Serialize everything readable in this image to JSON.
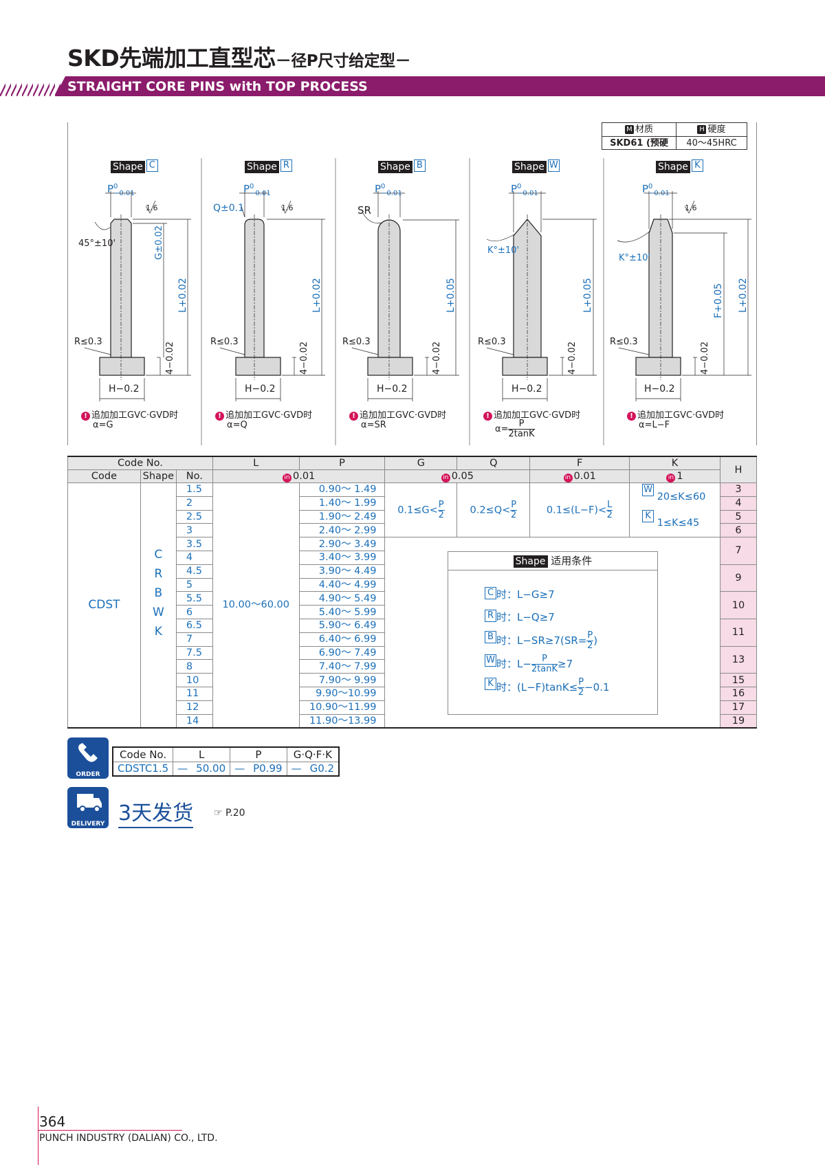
{
  "header": {
    "title_main": "SKD先端加工直型芯",
    "title_sub": "－径P尺寸给定型－",
    "subtitle": "STRAIGHT CORE PINS with TOP PROCESS",
    "accent_color": "#8b1b6b"
  },
  "material": {
    "material_icon": "M",
    "material_label": "材质",
    "hardness_icon": "H",
    "hardness_label": "硬度",
    "material_value": "SKD61 (预硬",
    "hardness_value": "40～45HRC"
  },
  "shapes": [
    {
      "label": "Shape",
      "code": "C",
      "note": "追加加工GVC·GVD时",
      "alpha": "α=G"
    },
    {
      "label": "Shape",
      "code": "R",
      "note": "追加加工GVC·GVD时",
      "alpha": "α=Q"
    },
    {
      "label": "Shape",
      "code": "B",
      "note": "追加加工GVC·GVD时",
      "alpha": "α=SR"
    },
    {
      "label": "Shape",
      "code": "W",
      "note": "追加加工GVC·GVD时",
      "alpha_prefix": "α=",
      "alpha_num": "P",
      "alpha_den": "2tanK"
    },
    {
      "label": "Shape",
      "code": "K",
      "note": "追加加工GVC·GVD时",
      "alpha": "α=L−F"
    }
  ],
  "dims": {
    "p_tol": "P−0.01",
    "p_tol_parts": [
      "P",
      "0",
      "−0.01"
    ],
    "q_tol": "Q±0.1",
    "sr": "SR",
    "angle_c": "45°±10'",
    "angle_k": "K°±10'",
    "g_tol": "G±0.02",
    "l_tol_02": "L+0.02",
    "l_tol_05": "L+0.05",
    "f_tol": "F+0.05",
    "r_max": "R≤0.3",
    "head_h": "4−0.02",
    "h_tol": "H−0.2",
    "rough": "1.6"
  },
  "table": {
    "head1": [
      "Code No.",
      "L",
      "P",
      "G",
      "Q",
      "F",
      "K",
      "H"
    ],
    "head2": [
      "Code",
      "Shape",
      "No."
    ],
    "tol": {
      "lp": "0.01",
      "gq": "0.05",
      "f": "0.01",
      "k": "1"
    },
    "code": "CDST",
    "shapes": [
      "C",
      "R",
      "B",
      "W",
      "K"
    ],
    "L_range": "10.00～60.00",
    "G_range": "0.1≤G<",
    "Q_range": "0.2≤Q<",
    "F_range": "0.1≤(L−F)<",
    "frac_P": "P",
    "frac_L": "L",
    "frac_2": "2",
    "K_W": "20≤K≤60",
    "K_K": "1≤K≤45",
    "rows": [
      {
        "no": "1.5",
        "p": "0.90～ 1.49"
      },
      {
        "no": "2",
        "p": "1.40～ 1.99"
      },
      {
        "no": "2.5",
        "p": "1.90～ 2.49"
      },
      {
        "no": "3",
        "p": "2.40～ 2.99"
      },
      {
        "no": "3.5",
        "p": "2.90～ 3.49"
      },
      {
        "no": "4",
        "p": "3.40～ 3.99"
      },
      {
        "no": "4.5",
        "p": "3.90～ 4.49"
      },
      {
        "no": "5",
        "p": "4.40～ 4.99"
      },
      {
        "no": "5.5",
        "p": "4.90～ 5.49"
      },
      {
        "no": "6",
        "p": "5.40～ 5.99"
      },
      {
        "no": "6.5",
        "p": "5.90～ 6.49"
      },
      {
        "no": "7",
        "p": "6.40～ 6.99"
      },
      {
        "no": "7.5",
        "p": "6.90～ 7.49"
      },
      {
        "no": "8",
        "p": "7.40～ 7.99"
      },
      {
        "no": "10",
        "p": "7.90～ 9.99"
      },
      {
        "no": "11",
        "p": "9.90～10.99"
      },
      {
        "no": "12",
        "p": "10.90～11.99"
      },
      {
        "no": "14",
        "p": "11.90～13.99"
      }
    ],
    "H_values": [
      "3",
      "4",
      "5",
      "6",
      "7",
      "9",
      "10",
      "11",
      "13",
      "15",
      "16",
      "17",
      "19"
    ]
  },
  "conditions": {
    "title_shape": "Shape",
    "title": "适用条件",
    "c": "时：L−G≥7",
    "r": "时：L−Q≥7",
    "b": "时：L−SR≥7(SR=",
    "w_pre": "时：L−",
    "w_post": "≥7",
    "k_pre": "时：(L−F)tanK≤",
    "k_post": "−0.1",
    "frac_P": "P",
    "frac_2": "2",
    "frac_2tanK": "2tanK"
  },
  "order": {
    "icon_label": "ORDER",
    "headers": [
      "Code No.",
      "L",
      "P",
      "G·Q·F·K"
    ],
    "values": [
      "CDSTC1.5",
      "—",
      "50.00",
      "—",
      "P0.99",
      "—",
      "G0.2"
    ]
  },
  "delivery": {
    "icon_label": "DELIVERY",
    "text": "3天发货",
    "ref": "☞ P.20"
  },
  "footer": {
    "page": "364",
    "company": "PUNCH INDUSTRY (DALIAN) CO., LTD."
  }
}
